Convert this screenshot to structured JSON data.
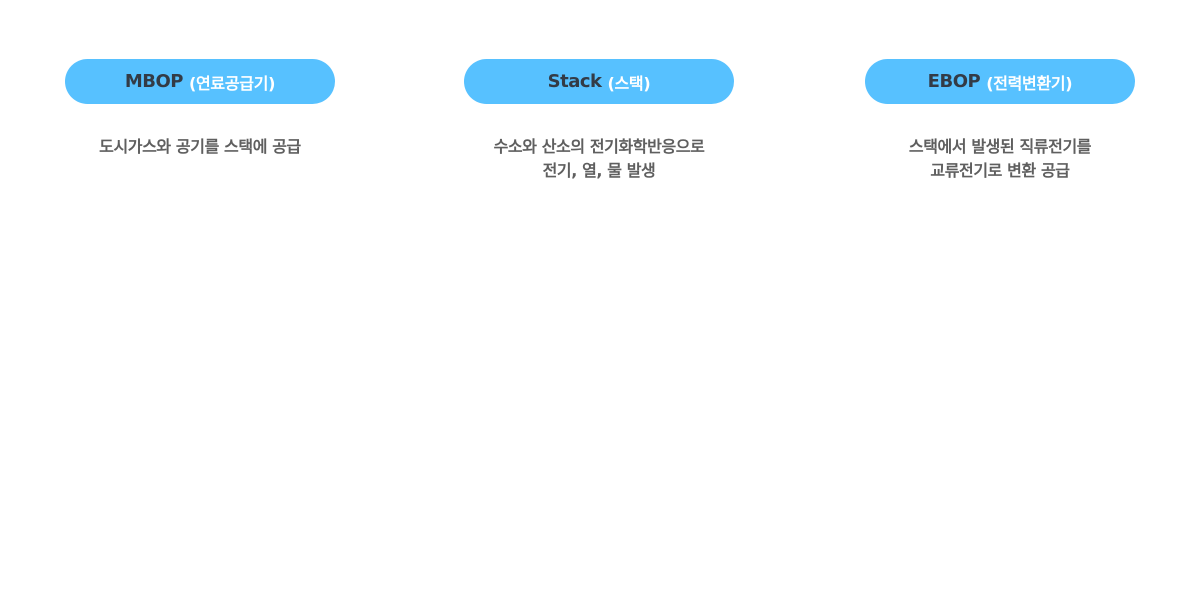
{
  "columns": [
    {
      "pill": {
        "main": "MBOP",
        "sub": "(연료공급기)"
      },
      "description": [
        "도시가스와 공기를 스택에 공급"
      ]
    },
    {
      "pill": {
        "main": "Stack",
        "sub": "(스택)"
      },
      "description": [
        "수소와 산소의 전기화학반응으로",
        "전기, 열, 물 발생"
      ]
    },
    {
      "pill": {
        "main": "EBOP",
        "sub": "(전력변환기)"
      },
      "description": [
        "스택에서 발생된 직류전기를",
        "교류전기로 변환 공급"
      ]
    }
  ],
  "colors": {
    "pill_background": "#57c1ff",
    "pill_main_text": "#333b46",
    "pill_sub_text": "#ffffff",
    "description_text": "#5f5f5f"
  }
}
